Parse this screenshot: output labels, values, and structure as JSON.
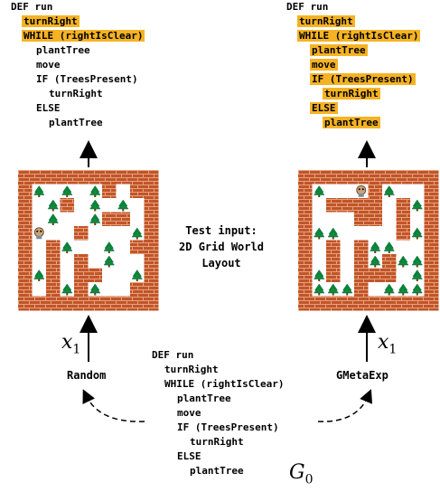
{
  "left_program": {
    "lines": [
      {
        "text": "DEF run",
        "indent": 0,
        "hl": false
      },
      {
        "text": "turnRight",
        "indent": 1,
        "hl": true
      },
      {
        "text": "WHILE (rightIsClear)",
        "indent": 1,
        "hl": true
      },
      {
        "text": "plantTree",
        "indent": 2,
        "hl": false
      },
      {
        "text": "move",
        "indent": 2,
        "hl": false
      },
      {
        "text": "IF (TreesPresent)",
        "indent": 2,
        "hl": false
      },
      {
        "text": "turnRight",
        "indent": 3,
        "hl": false
      },
      {
        "text": "ELSE",
        "indent": 2,
        "hl": false
      },
      {
        "text": "plantTree",
        "indent": 3,
        "hl": false
      }
    ]
  },
  "right_program": {
    "lines": [
      {
        "text": "DEF run",
        "indent": 0,
        "hl": false
      },
      {
        "text": "turnRight",
        "indent": 1,
        "hl": true
      },
      {
        "text": "WHILE (rightIsClear)",
        "indent": 1,
        "hl": true
      },
      {
        "text": "plantTree",
        "indent": 2,
        "hl": true
      },
      {
        "text": "move",
        "indent": 2,
        "hl": true
      },
      {
        "text": "IF (TreesPresent)",
        "indent": 2,
        "hl": true
      },
      {
        "text": "turnRight",
        "indent": 3,
        "hl": true
      },
      {
        "text": "ELSE",
        "indent": 2,
        "hl": true
      },
      {
        "text": "plantTree",
        "indent": 3,
        "hl": true
      }
    ]
  },
  "bottom_program": {
    "lines": [
      {
        "text": "DEF run",
        "indent": 0
      },
      {
        "text": "turnRight",
        "indent": 1
      },
      {
        "text": "WHILE (rightIsClear)",
        "indent": 1
      },
      {
        "text": "plantTree",
        "indent": 2
      },
      {
        "text": "move",
        "indent": 2
      },
      {
        "text": "IF (TreesPresent)",
        "indent": 2
      },
      {
        "text": "turnRight",
        "indent": 3
      },
      {
        "text": "ELSE",
        "indent": 2
      },
      {
        "text": "plantTree",
        "indent": 3
      }
    ]
  },
  "center_label": [
    "Test input:",
    "2D Grid World",
    "Layout"
  ],
  "left_method": "Random",
  "right_method": "GMetaExp",
  "input_symbol": "x",
  "input_subscript": "1",
  "graph_symbol": "G",
  "graph_subscript": "0",
  "colors": {
    "highlight": "#f5b324",
    "brick": "#c0552a",
    "mortar": "#e8a07a",
    "tree": "#0f8a3c"
  },
  "left_grid": {
    "rows": [
      "##########",
      "#T.T.T#.##",
      "#.T#.T.T.#",
      "#.T..T##.#",
      "#R..#...T#",
      "#.#T..T.##",
      "#.#.#.T..#",
      "#T#.##..T#",
      "#.#T#T..##",
      "##########"
    ]
  },
  "right_grid": {
    "rows": [
      "##########",
      "#T..R#T..#",
      "#.####.#T#",
      "#...##.#.#",
      "#TT....#T#",
      "#.#.#TT..#",
      "#.#.#T#TT#",
      "#T#.###.T#",
      "#TTT#.TTT#",
      "##########"
    ]
  }
}
